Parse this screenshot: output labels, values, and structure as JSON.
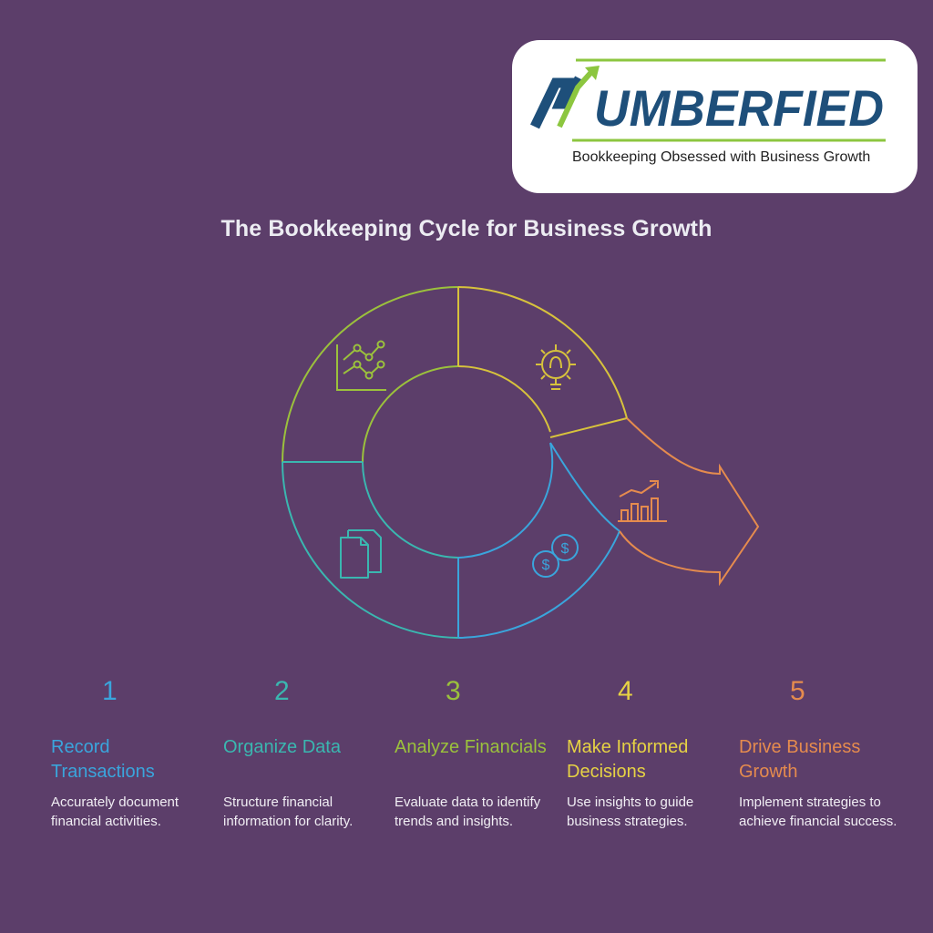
{
  "logo": {
    "wordmark": "UMBERFIED",
    "tagline": "Bookkeeping Obsessed with Business Growth",
    "colors": {
      "navy": "#1e4f7a",
      "green": "#8cc63f"
    }
  },
  "title": "The Bookkeeping Cycle for Business Growth",
  "cycle": {
    "segments": [
      {
        "icon": "documents-icon",
        "color": "#3ab7b0"
      },
      {
        "icon": "line-chart-icon",
        "color": "#9bc13c"
      },
      {
        "icon": "gear-lightbulb-icon",
        "color": "#d7c23c"
      },
      {
        "icon": "growth-bar-chart-icon",
        "color": "#e58b4e"
      },
      {
        "icon": "coins-icon",
        "color": "#3aa5dc"
      }
    ]
  },
  "steps": [
    {
      "number": "1",
      "title": "Record Transactions",
      "desc": "Accurately document financial activities.",
      "color": "#3aa5dc"
    },
    {
      "number": "2",
      "title": "Organize Data",
      "desc": "Structure financial information for clarity.",
      "color": "#3ab7b0"
    },
    {
      "number": "3",
      "title": "Analyze Financials",
      "desc": "Evaluate data to identify trends and insights.",
      "color": "#9bc13c"
    },
    {
      "number": "4",
      "title": "Make Informed Decisions",
      "desc": "Use insights to guide business strategies.",
      "color": "#e6d244"
    },
    {
      "number": "5",
      "title": "Drive Business Growth",
      "desc": "Implement strategies to achieve financial success.",
      "color": "#e58b4e"
    }
  ]
}
